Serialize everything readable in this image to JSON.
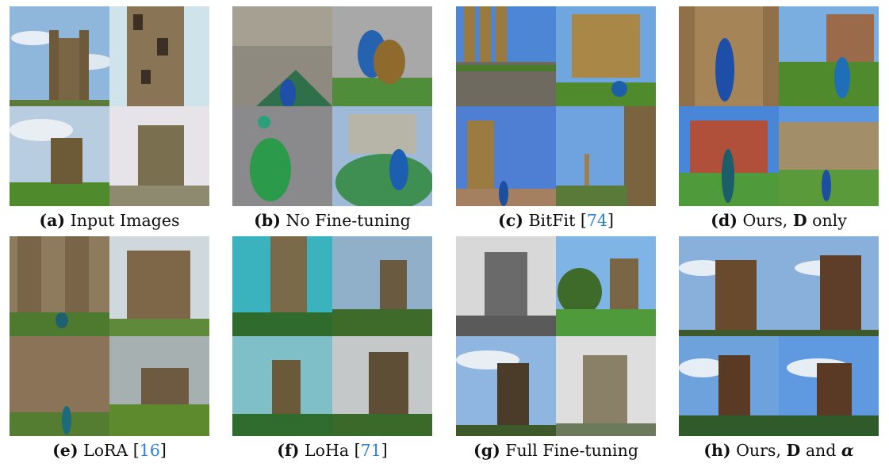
{
  "panels": [
    {
      "label": "(a)",
      "pre": "Input Images",
      "bold": "",
      "post": "",
      "ref": ""
    },
    {
      "label": "(b)",
      "pre": "No Fine-tuning",
      "bold": "",
      "post": "",
      "ref": ""
    },
    {
      "label": "(c)",
      "pre": "BitFit",
      "bold": "",
      "post": "",
      "ref": "74"
    },
    {
      "label": "(d)",
      "pre": "Ours,",
      "bold": "D",
      "post": "only",
      "ref": ""
    },
    {
      "label": "(e)",
      "pre": "LoRA",
      "bold": "",
      "post": "",
      "ref": "16"
    },
    {
      "label": "(f)",
      "pre": "LoHa",
      "bold": "",
      "post": "",
      "ref": "71"
    },
    {
      "label": "(g)",
      "pre": "Full Fine-tuning",
      "bold": "",
      "post": "",
      "ref": ""
    },
    {
      "label": "(h)",
      "pre": "Ours,",
      "bold": "D",
      "post": "and",
      "alpha": "α",
      "ref": ""
    }
  ],
  "colors": {
    "ref_link": "#2b7fd8"
  }
}
